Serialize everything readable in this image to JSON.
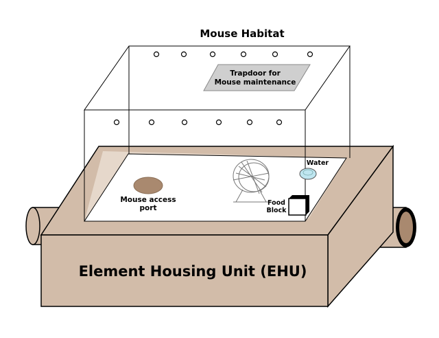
{
  "title": "Mouse Habitat",
  "labels": {
    "trapdoor_line1": "Trapdoor for",
    "trapdoor_line2": "Mouse maintenance",
    "water": "Water",
    "food_line1": "Food",
    "food_line2": "Block",
    "access_line1": "Mouse access",
    "access_line2": "port",
    "housing": "Element Housing Unit (EHU)"
  },
  "colors": {
    "housing_fill": "#d2bca9",
    "housing_inner": "#dfcfc0",
    "port_fill": "#a9896f",
    "trapdoor_fill": "#cfcfcf",
    "water_fill": "#bfe6f0",
    "outline": "#000000"
  },
  "icons": [
    "hamster-wheel-icon",
    "food-block-icon",
    "water-bowl-icon",
    "pipe-icon"
  ]
}
